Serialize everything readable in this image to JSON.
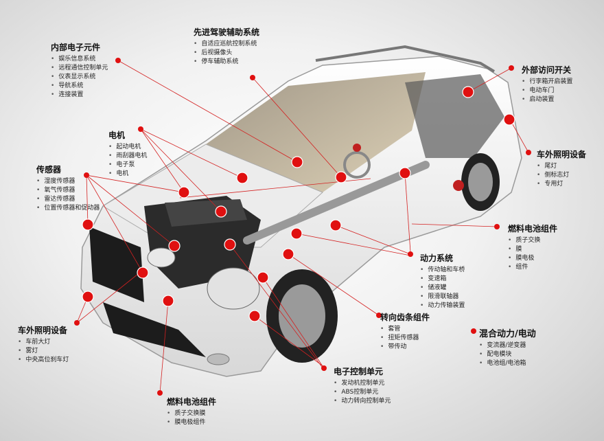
{
  "callouts": [
    {
      "id": "interior-electronics",
      "title": "内部电子元件",
      "items": [
        "娱乐信息系统",
        "远程通信控制单元",
        "仪表显示系统",
        "导航系统",
        "连接装置"
      ]
    },
    {
      "id": "adas",
      "title": "先进驾驶辅助系统",
      "items": [
        "自适应巡航控制系统",
        "后视摄像头",
        "停车辅助系统"
      ]
    },
    {
      "id": "external-access",
      "title": "外部访问开关",
      "items": [
        "行李箱开启装置",
        "电动车门",
        "启动装置"
      ]
    },
    {
      "id": "exterior-lighting-rear",
      "title": "车外照明设备",
      "items": [
        "尾灯",
        "侧标志灯",
        "专用灯"
      ]
    },
    {
      "id": "motors",
      "title": "电机",
      "items": [
        "起动电机",
        "雨刮器电机",
        "电子泵",
        "电机"
      ]
    },
    {
      "id": "sensors",
      "title": "传感器",
      "items": [
        "湿度传感器",
        "氧气传感器",
        "雷达传感器",
        "位置传感器和促动器"
      ]
    },
    {
      "id": "fuel-cell-right",
      "title": "燃料电池组件",
      "items": [
        "质子交换",
        "膜",
        "膜电极",
        "组件"
      ]
    },
    {
      "id": "powertrain",
      "title": "动力系统",
      "items": [
        "传动轴和车桥",
        "变速箱",
        "储液罐",
        "限滑联轴器",
        "动力传输装置"
      ]
    },
    {
      "id": "steering",
      "title": "转向齿条组件",
      "items": [
        "套管",
        "扭矩传感器",
        "带传动"
      ]
    },
    {
      "id": "hybrid",
      "title": "混合动力/电动",
      "items": [
        "变流器/逆变器",
        "配电模块",
        "电池组/电池箱"
      ]
    },
    {
      "id": "exterior-lighting-front",
      "title": "车外照明设备",
      "items": [
        "车前大灯",
        "雾灯",
        "中央高位刹车灯"
      ]
    },
    {
      "id": "ecu",
      "title": "电子控制单元",
      "items": [
        "发动机控制单元",
        "ABS控制单元",
        "动力转向控制单元"
      ]
    },
    {
      "id": "fuel-cell-bottom",
      "title": "燃料电池组件",
      "items": [
        "质子交换膜",
        "膜电极组件"
      ]
    }
  ],
  "colors": {
    "hotspot": "#e01010",
    "leader": "#d42020",
    "body": "#f4f4f4"
  }
}
